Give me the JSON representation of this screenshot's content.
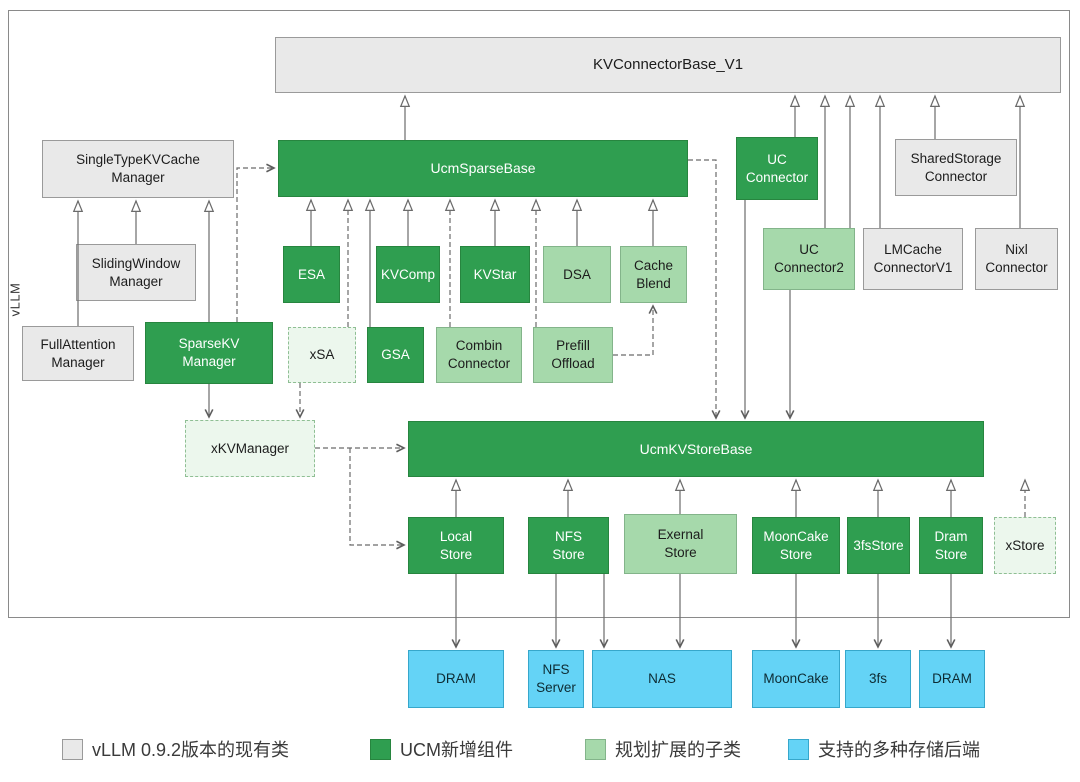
{
  "frame": {
    "label": "vLLM"
  },
  "nodes": {
    "kvconnectorbase_v1": {
      "label": "KVConnectorBase_V1"
    },
    "singletype_manager": {
      "label": "SingleTypeKVCache\nManager"
    },
    "ucmsparsebase": {
      "label": "UcmSparseBase"
    },
    "uc_connector": {
      "label": "UC\nConnector"
    },
    "sharedstorage_connector": {
      "label": "SharedStorage\nConnector"
    },
    "slidingwindow_manager": {
      "label": "SlidingWindow\nManager"
    },
    "esa": {
      "label": "ESA"
    },
    "kvcomp": {
      "label": "KVComp"
    },
    "kvstar": {
      "label": "KVStar"
    },
    "dsa": {
      "label": "DSA"
    },
    "cache_blend": {
      "label": "Cache\nBlend"
    },
    "uc_connector2": {
      "label": "UC\nConnector2"
    },
    "lmcache_connectorv1": {
      "label": "LMCache\nConnectorV1"
    },
    "nixl_connector": {
      "label": "Nixl\nConnector"
    },
    "fullattention_manager": {
      "label": "FullAttention\nManager"
    },
    "sparsekv_manager": {
      "label": "SparseKV\nManager"
    },
    "xsa": {
      "label": "xSA"
    },
    "gsa": {
      "label": "GSA"
    },
    "combin_connector": {
      "label": "Combin\nConnector"
    },
    "prefill_offload": {
      "label": "Prefill\nOffload"
    },
    "xkvmanager": {
      "label": "xKVManager"
    },
    "ucmkvstorebase": {
      "label": "UcmKVStoreBase"
    },
    "local_store": {
      "label": "Local\nStore"
    },
    "nfs_store": {
      "label": "NFS\nStore"
    },
    "exernal_store": {
      "label": "Exernal\nStore"
    },
    "mooncake_store": {
      "label": "MoonCake\nStore"
    },
    "threefs_store": {
      "label": "3fsStore"
    },
    "dram_store": {
      "label": "Dram\nStore"
    },
    "xstore": {
      "label": "xStore"
    },
    "backend_dram_1": {
      "label": "DRAM"
    },
    "backend_nfs_server": {
      "label": "NFS\nServer"
    },
    "backend_nas": {
      "label": "NAS"
    },
    "backend_mooncake": {
      "label": "MoonCake"
    },
    "backend_3fs": {
      "label": "3fs"
    },
    "backend_dram_2": {
      "label": "DRAM"
    }
  },
  "legend": {
    "items": [
      {
        "label": "vLLM 0.9.2版本的现有类",
        "color": "#e9e9e9"
      },
      {
        "label": "UCM新增组件",
        "color": "#2f9e50"
      },
      {
        "label": "规划扩展的子类",
        "color": "#a6d9ab"
      },
      {
        "label": "支持的多种存储后端",
        "color": "#64d3f6"
      }
    ]
  },
  "colors": {
    "existing_class": "#e9e9e9",
    "ucm_new": "#2f9e50",
    "planned_subclass": "#a6d9ab",
    "storage_backend": "#64d3f6",
    "line": "#6b6b6b"
  }
}
